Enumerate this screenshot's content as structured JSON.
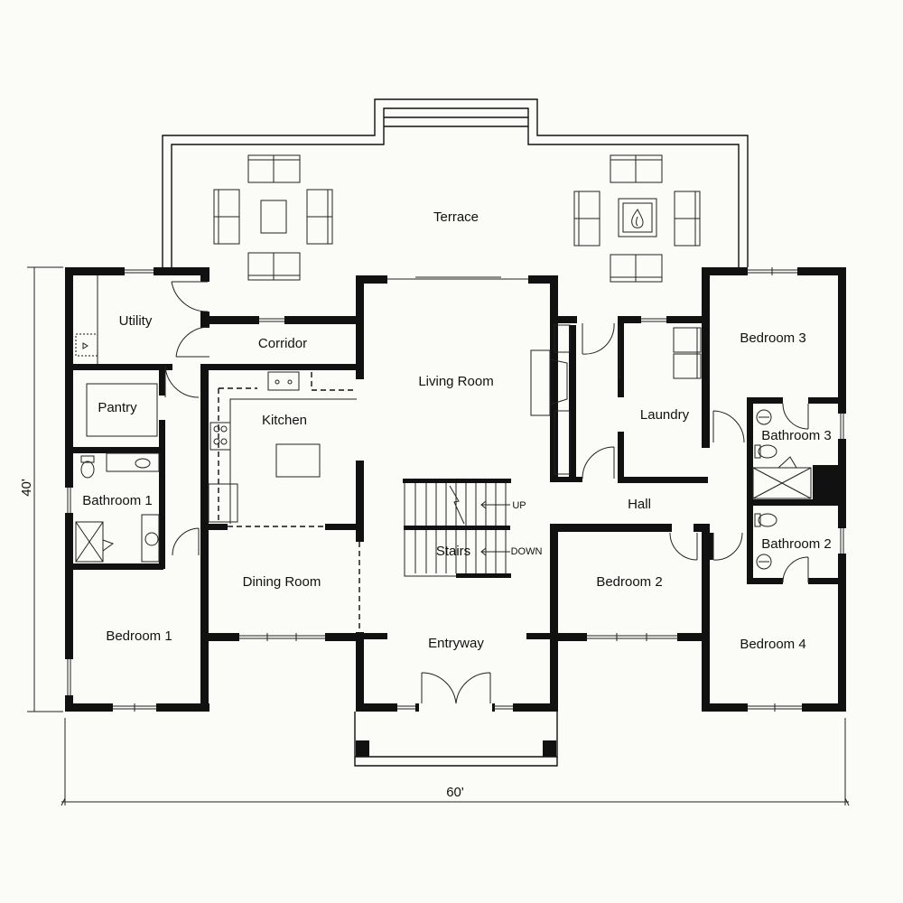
{
  "plan": {
    "dimensions": {
      "width": "60'",
      "height": "40'"
    },
    "rooms": {
      "terrace": "Terrace",
      "utility": "Utility",
      "corridor": "Corridor",
      "pantry": "Pantry",
      "kitchen": "Kitchen",
      "bathroom1": "Bathroom 1",
      "dining": "Dining Room",
      "bedroom1": "Bedroom 1",
      "living": "Living Room",
      "stairs": "Stairs",
      "entryway": "Entryway",
      "laundry": "Laundry",
      "hall": "Hall",
      "bedroom2": "Bedroom 2",
      "bedroom3": "Bedroom 3",
      "bathroom3": "Bathroom 3",
      "bathroom2": "Bathroom 2",
      "bedroom4": "Bedroom 4"
    },
    "stair_labels": {
      "up": "UP",
      "down": "DOWN"
    },
    "colors": {
      "wall": "#111111",
      "background": "#fbfbf8"
    }
  }
}
